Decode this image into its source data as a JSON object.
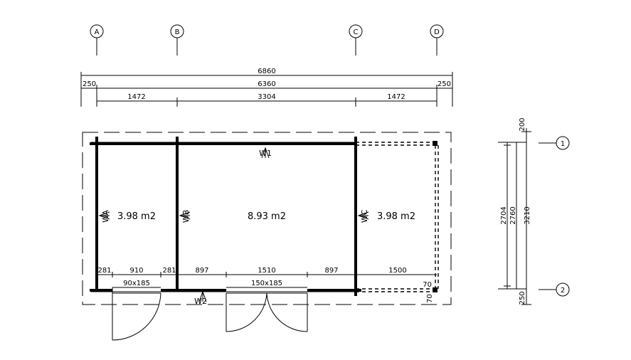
{
  "axes": {
    "letters": [
      "A",
      "B",
      "C",
      "D"
    ],
    "numbers": [
      "1",
      "2"
    ]
  },
  "dimensions": {
    "overall": "6860",
    "inner": "6360",
    "overhang_left": "250",
    "overhang_right": "250",
    "bay_1": "1472",
    "bay_2": "3304",
    "bay_3": "1472",
    "front_segments": [
      "281",
      "910",
      "281",
      "897",
      "1510",
      "897",
      "1500"
    ],
    "side_top": "200",
    "side_inner": "2704",
    "side_mid": "2760",
    "side_total": "3210",
    "side_bottom": "250",
    "post_h": "70",
    "post_v": "70"
  },
  "rooms": [
    {
      "area": "3.98 m2"
    },
    {
      "area": "8.93 m2"
    },
    {
      "area": "3.98 m2"
    }
  ],
  "doors": {
    "single": "90x185",
    "double": "150x185"
  },
  "walls": {
    "w1": "W1",
    "w2": "W2",
    "wa": "WA",
    "wb": "WB",
    "wc": "WC"
  }
}
